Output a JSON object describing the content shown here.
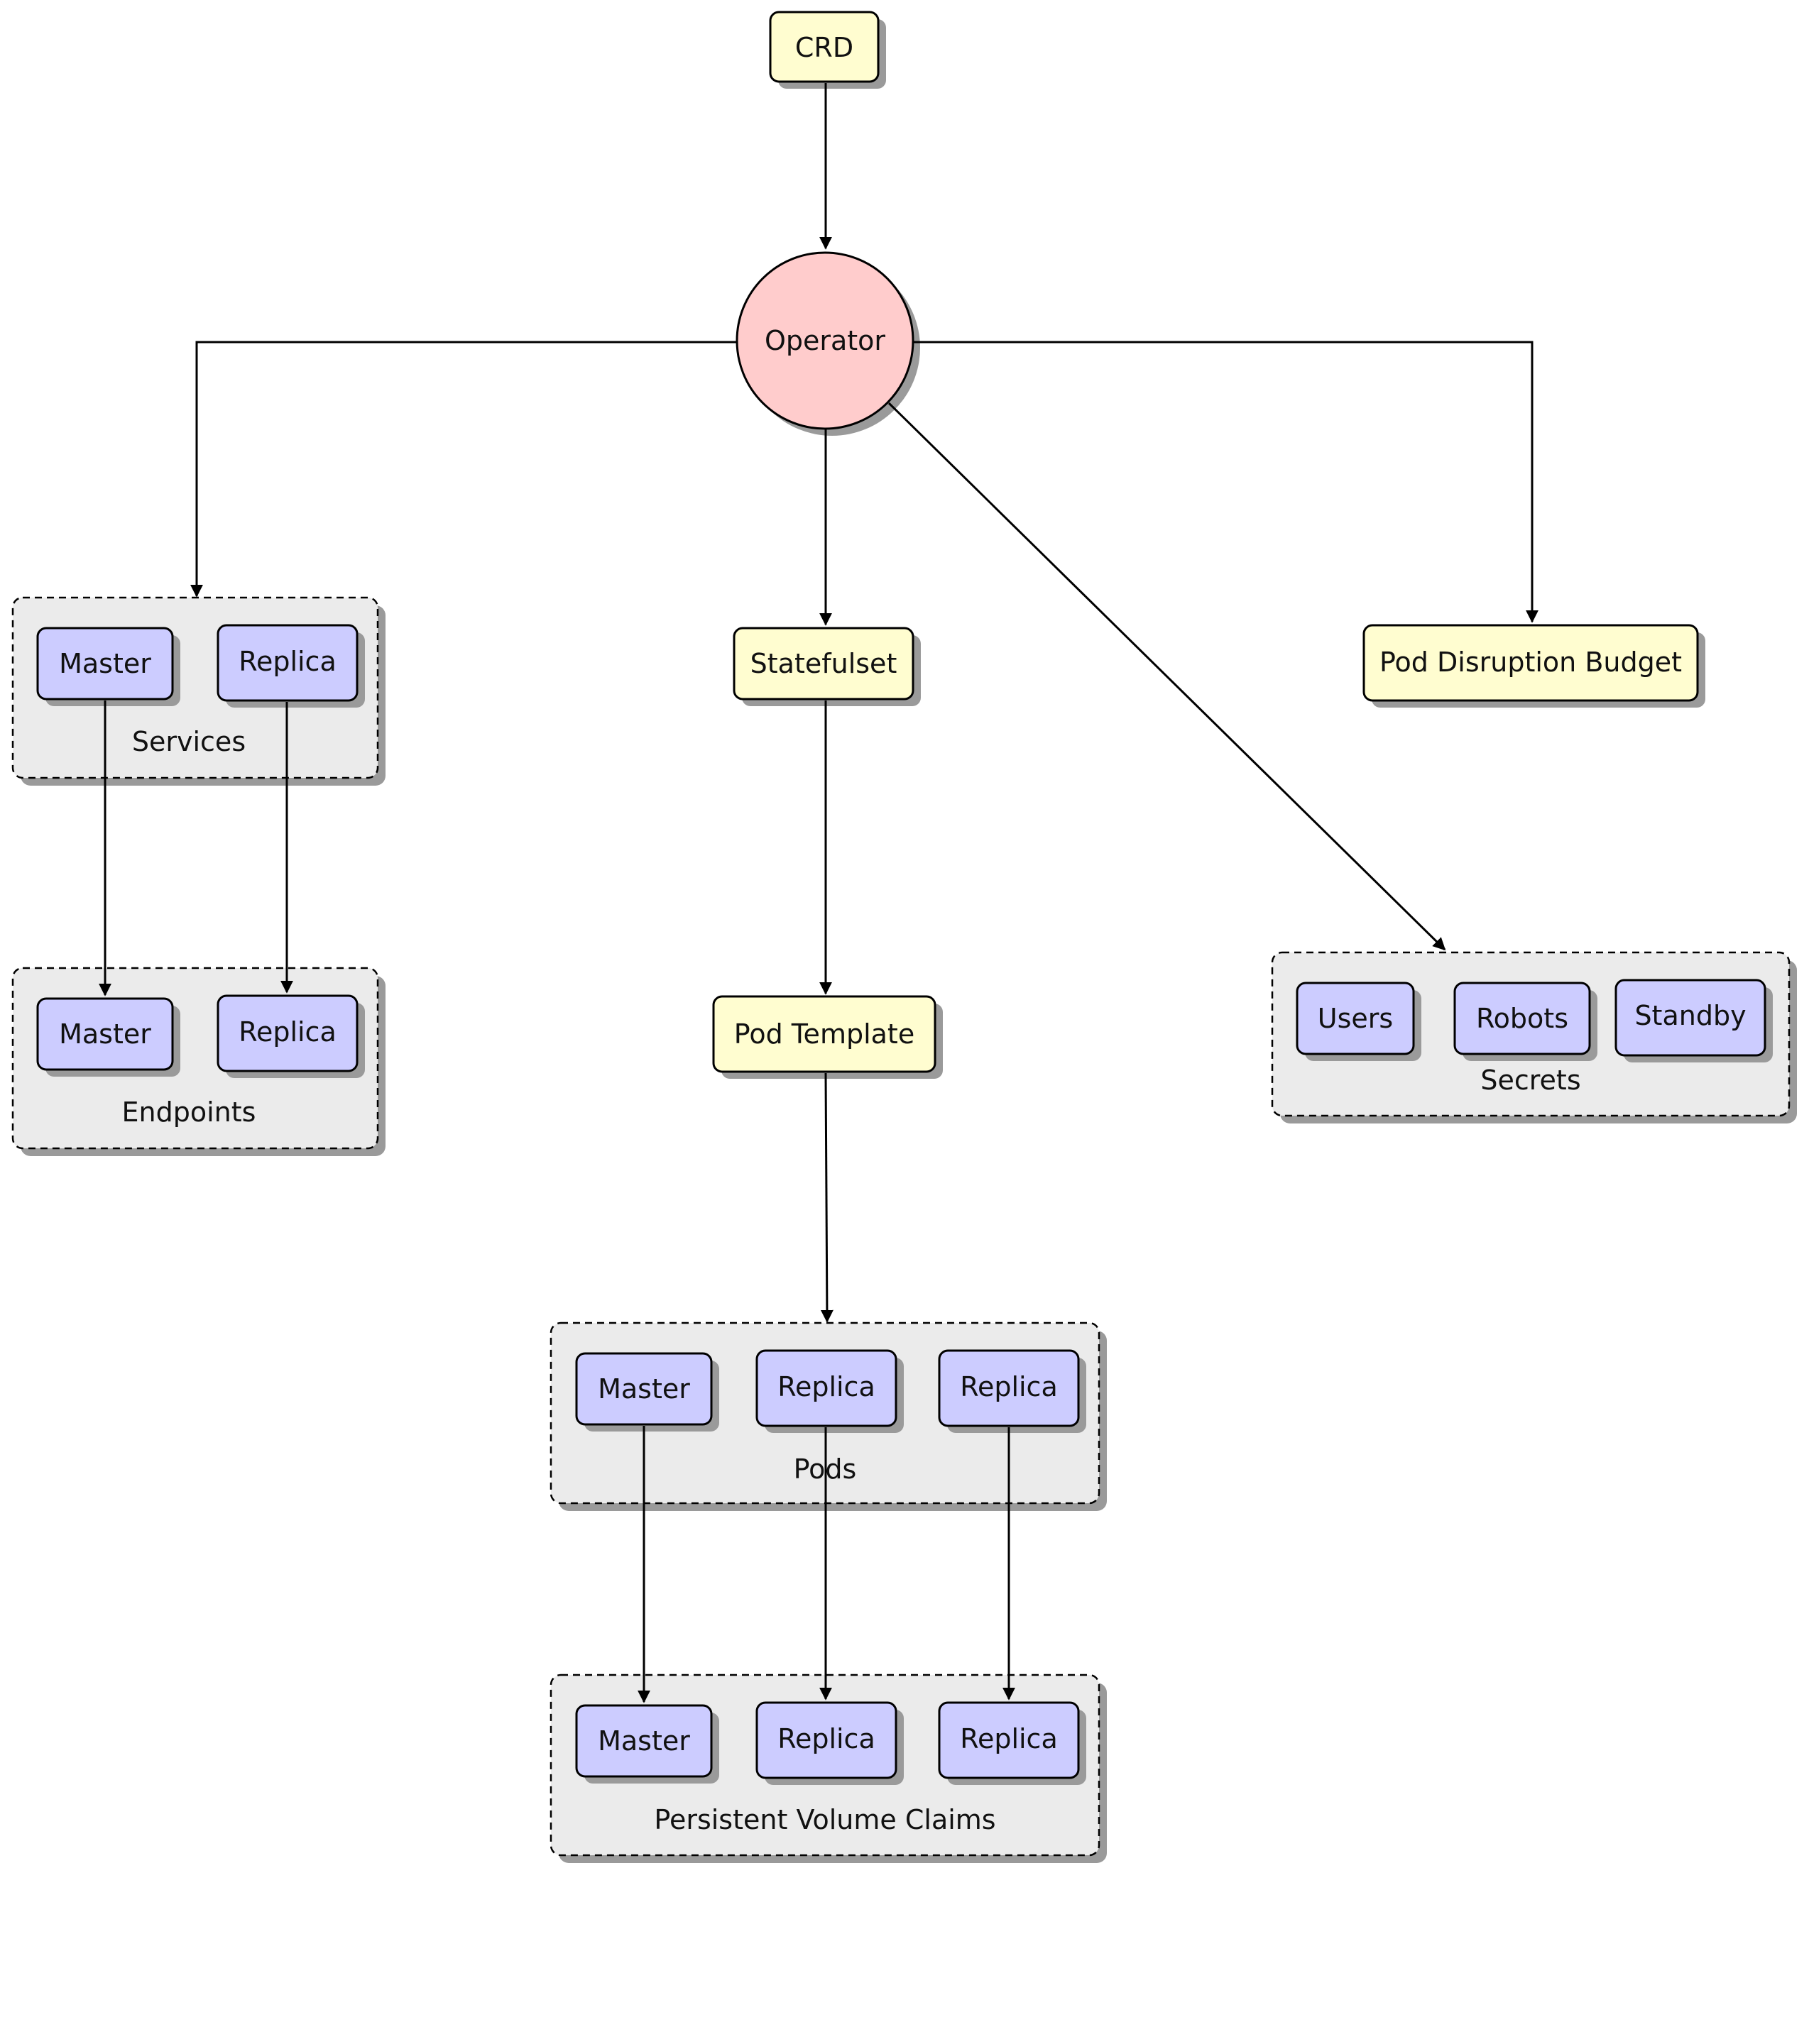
{
  "colors": {
    "yellow_fill": "#fffdd0",
    "blue_fill": "#ccccff",
    "red_fill": "#ffcccc",
    "group_fill": "#ebebeb",
    "stroke": "#000000",
    "shadow": "#9a9a9a"
  },
  "nodes": {
    "crd": "CRD",
    "operator": "Operator",
    "statefulset": "Statefulset",
    "pod_template": "Pod Template",
    "pdb": "Pod Disruption Budget"
  },
  "groups": {
    "services": {
      "label": "Services",
      "items": [
        "Master",
        "Replica"
      ]
    },
    "endpoints": {
      "label": "Endpoints",
      "items": [
        "Master",
        "Replica"
      ]
    },
    "secrets": {
      "label": "Secrets",
      "items": [
        "Users",
        "Robots",
        "Standby"
      ]
    },
    "pods": {
      "label": "Pods",
      "items": [
        "Master",
        "Replica",
        "Replica"
      ]
    },
    "pvcs": {
      "label": "Persistent Volume Claims",
      "items": [
        "Master",
        "Replica",
        "Replica"
      ]
    }
  }
}
